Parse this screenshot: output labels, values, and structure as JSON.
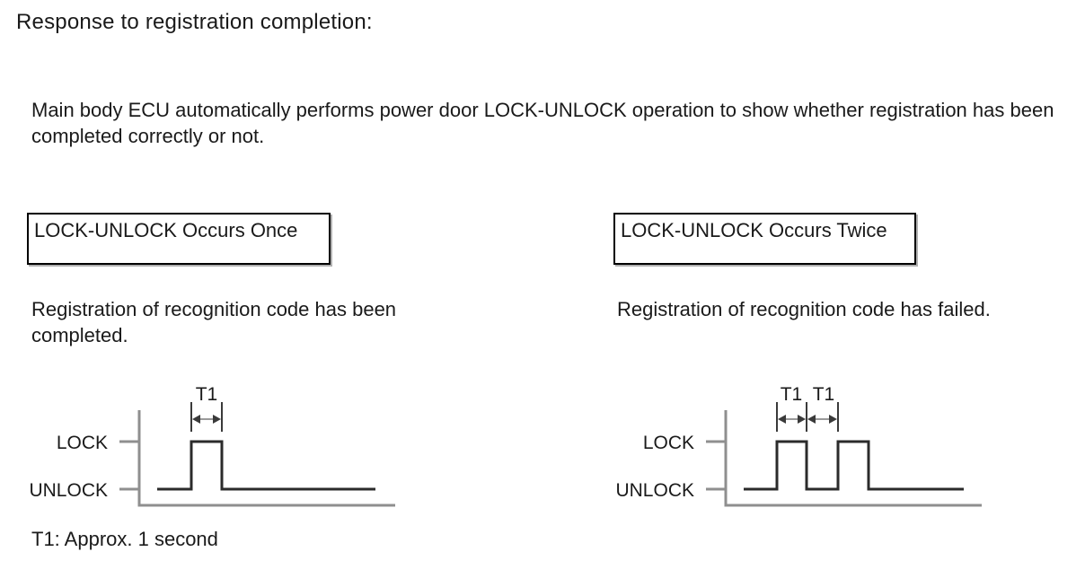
{
  "page": {
    "title": "Response to registration completion:",
    "intro": "Main body ECU automatically performs power door LOCK-UNLOCK operation to show whether registration has been completed correctly or not.",
    "note": "T1: Approx. 1 second"
  },
  "columns": [
    {
      "box_label": "LOCK-UNLOCK Occurs Once",
      "caption": "Registration of recognition code has been completed.",
      "diagram": {
        "type": "timing-waveform",
        "signal_levels": [
          "LOCK",
          "UNLOCK"
        ],
        "pulse_count": 1,
        "pulse_duration": "T1",
        "labels": {
          "lock": "LOCK",
          "unlock": "UNLOCK",
          "t1": "T1"
        }
      }
    },
    {
      "box_label": "LOCK-UNLOCK Occurs Twice",
      "caption": "Registration of recognition code has failed.",
      "diagram": {
        "type": "timing-waveform",
        "signal_levels": [
          "LOCK",
          "UNLOCK"
        ],
        "pulse_count": 2,
        "pulse_duration": "T1",
        "gap_duration": "T1",
        "labels": {
          "lock": "LOCK",
          "unlock": "UNLOCK",
          "t1_first": "T1",
          "t1_second": "T1"
        }
      }
    }
  ],
  "colors": {
    "text": "#1a1a1a",
    "waveform": "#2b2b2b",
    "axis_gray": "#8f8f8f",
    "background": "#ffffff"
  }
}
